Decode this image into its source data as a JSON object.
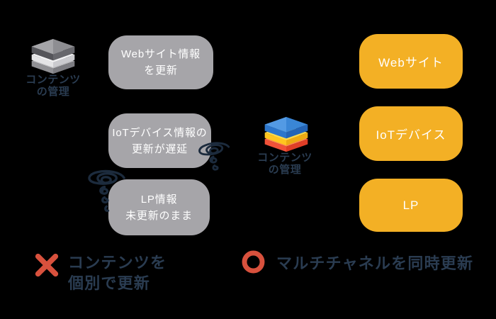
{
  "colors": {
    "background": "#000000",
    "gray_box": "#a6a5a9",
    "yellow_box": "#f3b025",
    "box_text": "#ffffff",
    "dark_text": "#2a3c51",
    "mark_red": "#d8513d",
    "doodle": "#1c2b3d"
  },
  "left_group": {
    "icon": "gray-content-stack-icon",
    "icon_label": {
      "line1": "コンテンツ",
      "line2": "の管理"
    },
    "boxes": [
      {
        "line1": "Webサイト情報",
        "line2": "を更新"
      },
      {
        "line1": "IoTデバイス情報の",
        "line2": "更新が遅延"
      },
      {
        "line1": "LP情報",
        "line2": "未更新のまま"
      }
    ],
    "mark": "cross",
    "caption": {
      "line1": "コンテンツを",
      "line2": "個別で更新"
    }
  },
  "right_group": {
    "icon": "color-content-stack-icon",
    "icon_label": {
      "line1": "コンテンツ",
      "line2": "の管理"
    },
    "boxes": [
      {
        "label": "Webサイト"
      },
      {
        "label": "IoTデバイス"
      },
      {
        "label": "LP"
      }
    ],
    "mark": "circle",
    "caption": {
      "line": "マルチチャネルを同時更新"
    }
  }
}
